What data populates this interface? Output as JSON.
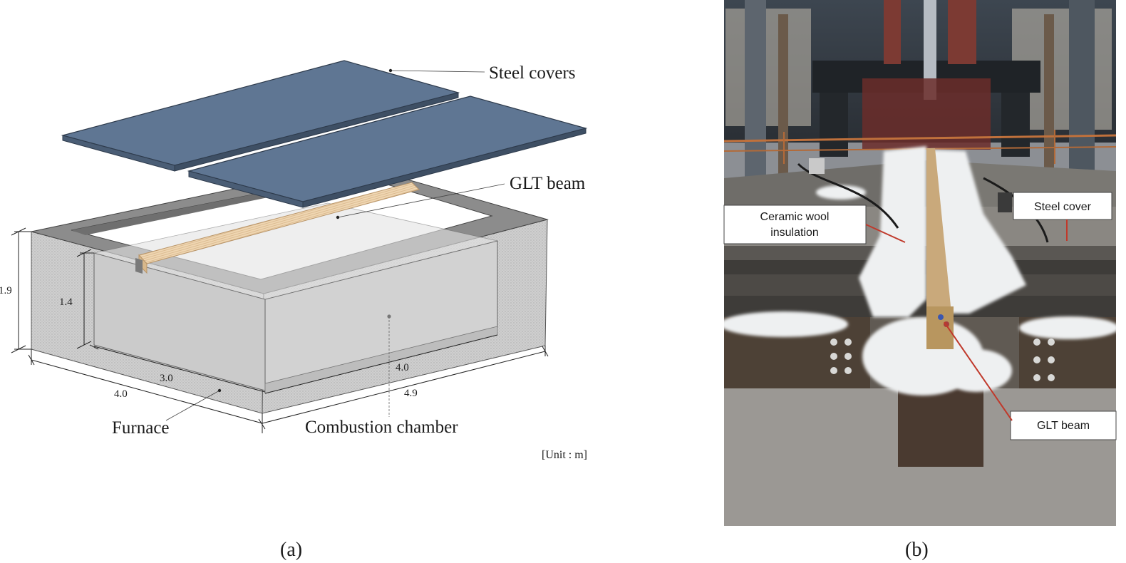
{
  "panel_a": {
    "callouts": {
      "steel_covers": "Steel covers",
      "glt_beam": "GLT beam",
      "furnace": "Furnace",
      "combustion_chamber": "Combustion chamber"
    },
    "dimensions": {
      "furnace_height": "1.9",
      "chamber_height": "1.4",
      "chamber_width": "3.0",
      "chamber_length": "4.0",
      "furnace_width": "4.0",
      "furnace_length": "4.9"
    },
    "unit_note": "[Unit : m]",
    "caption": "(a)"
  },
  "panel_b": {
    "labels": {
      "ceramic_wool": [
        "Ceramic wool",
        "insulation"
      ],
      "steel_cover": "Steel cover",
      "glt_beam": "GLT beam"
    },
    "caption": "(b)"
  },
  "colors": {
    "steel_cover_fill": "#5f7693",
    "furnace_wall": "#c8c8c8",
    "wall_rim": "#8a8a8a",
    "glt_wood": "#ecd1ac",
    "label_leader": "#c0392b"
  }
}
